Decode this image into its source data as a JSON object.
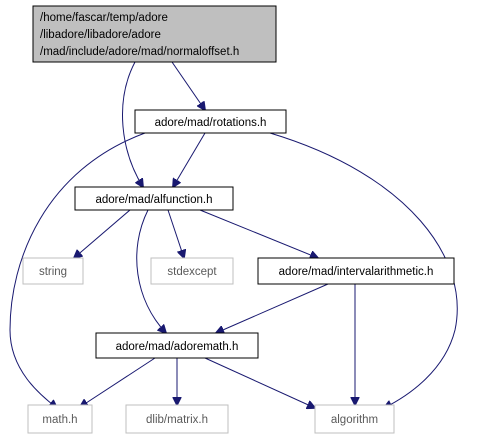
{
  "nodes": {
    "normaloffset": {
      "lines": [
        "/home/fascar/temp/adore",
        "/libadore/libadore/adore",
        "/mad/include/adore/mad/normaloffset.h"
      ],
      "kind": "root"
    },
    "rotations": {
      "lines": [
        "adore/mad/rotations.h"
      ],
      "kind": "local"
    },
    "alfunction": {
      "lines": [
        "adore/mad/alfunction.h"
      ],
      "kind": "local"
    },
    "string": {
      "lines": [
        "string"
      ],
      "kind": "system"
    },
    "stdexcept": {
      "lines": [
        "stdexcept"
      ],
      "kind": "system"
    },
    "intervalarithmetic": {
      "lines": [
        "adore/mad/intervalarithmetic.h"
      ],
      "kind": "local"
    },
    "adoremath": {
      "lines": [
        "adore/mad/adoremath.h"
      ],
      "kind": "local"
    },
    "math": {
      "lines": [
        "math.h"
      ],
      "kind": "system"
    },
    "dlib_matrix": {
      "lines": [
        "dlib/matrix.h"
      ],
      "kind": "system"
    },
    "algorithm": {
      "lines": [
        "algorithm"
      ],
      "kind": "system"
    }
  },
  "edges": [
    {
      "from": "normaloffset",
      "to": "rotations"
    },
    {
      "from": "normaloffset",
      "to": "alfunction"
    },
    {
      "from": "rotations",
      "to": "alfunction"
    },
    {
      "from": "rotations",
      "to": "math"
    },
    {
      "from": "rotations",
      "to": "algorithm"
    },
    {
      "from": "alfunction",
      "to": "string"
    },
    {
      "from": "alfunction",
      "to": "stdexcept"
    },
    {
      "from": "alfunction",
      "to": "intervalarithmetic"
    },
    {
      "from": "alfunction",
      "to": "adoremath"
    },
    {
      "from": "intervalarithmetic",
      "to": "adoremath"
    },
    {
      "from": "intervalarithmetic",
      "to": "algorithm"
    },
    {
      "from": "adoremath",
      "to": "math"
    },
    {
      "from": "adoremath",
      "to": "dlib_matrix"
    },
    {
      "from": "adoremath",
      "to": "algorithm"
    }
  ],
  "colors": {
    "edge": "#191970",
    "root_fill": "#bfbfbf",
    "local_border": "#000000",
    "system_border": "#bfbfbf"
  }
}
